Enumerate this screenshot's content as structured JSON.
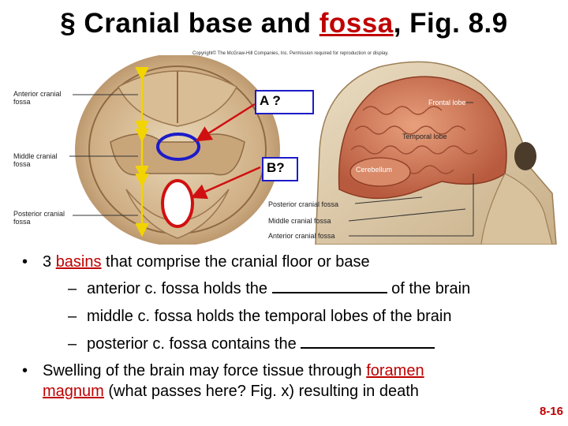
{
  "title": {
    "prefix": "§ Cranial base and ",
    "highlight": "fossa",
    "suffix": ", Fig. 8.9"
  },
  "copyright": "Copyright© The McGraw-Hill Companies, Inc. Permission required for reproduction or display.",
  "figure": {
    "left_labels": {
      "anterior": [
        "Anterior cranial",
        "fossa"
      ],
      "middle": [
        "Middle cranial",
        "fossa"
      ],
      "posterior": [
        "Posterior cranial",
        "fossa"
      ]
    },
    "question_boxes": {
      "a": "A ?",
      "b": "B?"
    },
    "brain_labels": {
      "frontal": "Frontal lobe",
      "temporal": "Temporal lobe",
      "cerebellum": "Cerebellum",
      "posterior_fossa": "Posterior cranial fossa",
      "middle_fossa": "Middle cranial fossa",
      "anterior_fossa": "Anterior cranial fossa"
    }
  },
  "bullets": {
    "b1_mark": "•",
    "b1_pre": "3 ",
    "b1_link": "basins",
    "b1_post": " that comprise the cranial floor or base",
    "s1_dash": "–",
    "s1_pre": "anterior c. fossa holds the ",
    "s1_post": " of the brain",
    "s2_dash": "–",
    "s2_text": "middle c. fossa holds the temporal lobes of the brain",
    "s3_dash": "–",
    "s3_pre": "posterior c. fossa contains the ",
    "b2_mark": "•",
    "b2_pre": "Swelling of the brain may force tissue through ",
    "b2_link1": "foramen",
    "b2_link2": "magnum",
    "b2_post": " (what passes here?  Fig. x) resulting in death"
  },
  "slide_number": "8-16"
}
